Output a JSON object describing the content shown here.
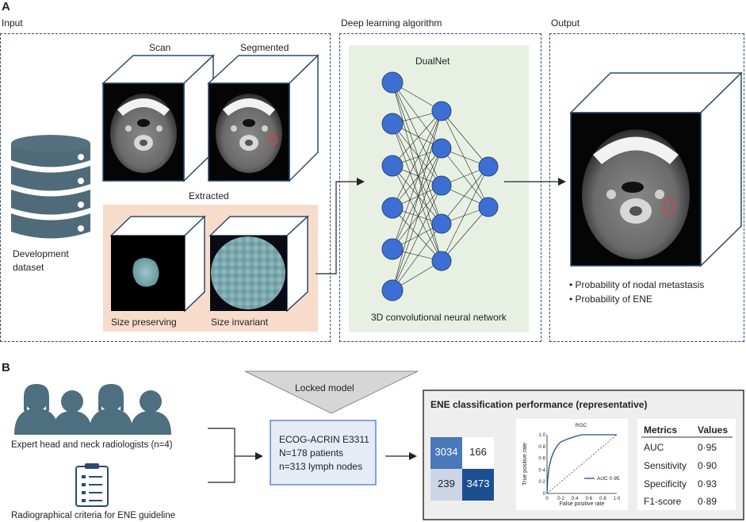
{
  "panel_a": {
    "letter": "A",
    "input_title": "Input",
    "deep_title": "Deep learning algorithm",
    "output_title": "Output",
    "scan_label": "Scan",
    "segmented_label": "Segmented",
    "extracted_label": "Extracted",
    "size_preserving_label": "Size preserving",
    "size_invariant_label": "Size invariant",
    "database_label_line1": "Development",
    "database_label_line2": "dataset",
    "dualnet_label": "DualNet",
    "cnn_label": "3D convolutional neural network",
    "output_bullets": [
      "Probability of nodal metastasis",
      "Probability of ENE"
    ]
  },
  "panel_b": {
    "letter": "B",
    "locked_model_label": "Locked model",
    "radiologists_label": "Expert head and neck radiologists (n=4)",
    "criteria_label": "Radiographical criteria for ENE guideline",
    "trial_lines": [
      "ECOG-ACRIN E3311",
      "N=178 patients",
      "n=313 lymph nodes"
    ],
    "performance_title": "ENE classification performance (representative)",
    "confusion_matrix": {
      "tp": "3034",
      "fp": "166",
      "fn": "239",
      "tn": "3473"
    },
    "roc": {
      "title": "ROC",
      "xlabel": "False positive rate",
      "ylabel": "True positive rate",
      "ticks": [
        "0",
        "0·2",
        "0·4",
        "0·6",
        "0·8",
        "1·0"
      ],
      "legend": "AUC 0·95"
    },
    "metrics_header": {
      "metric": "Metrics",
      "value": "Values"
    },
    "metrics": [
      {
        "name": "AUC",
        "value": "0·95"
      },
      {
        "name": "Sensitivity",
        "value": "0·90"
      },
      {
        "name": "Specificity",
        "value": "0·93"
      },
      {
        "name": "F1-score",
        "value": "0·89"
      }
    ]
  },
  "colors": {
    "navy": "#2c4a6e",
    "node_blue": "#3b6fd4",
    "network_bg": "#e8f0e4",
    "extracted_bg": "#f8dccb",
    "person": "#4d6f80",
    "cm_dark": "#1c4f8f",
    "cm_mid": "#4a78b8",
    "cm_light": "#cbd5e6"
  }
}
